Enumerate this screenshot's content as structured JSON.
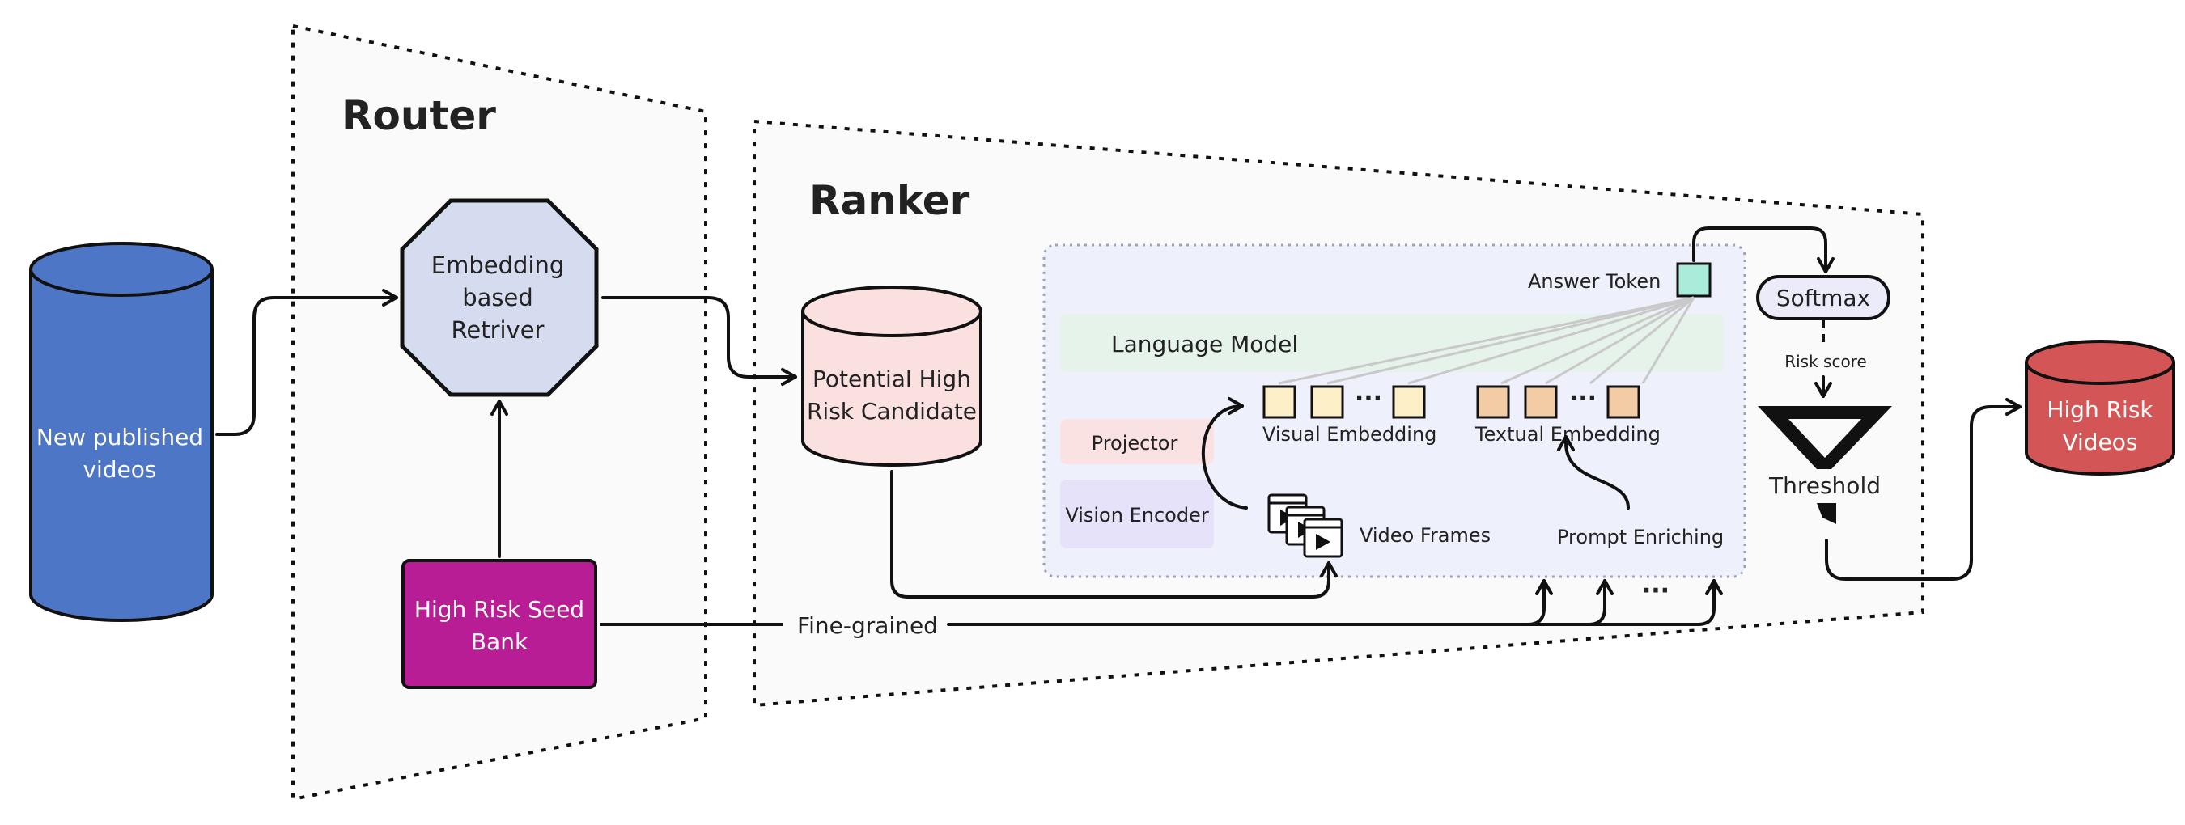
{
  "router": {
    "title": "Router",
    "retriever_line1": "Embedding",
    "retriever_line2": "based",
    "retriever_line3": "Retriver",
    "seed_bank_line1": "High Risk Seed",
    "seed_bank_line2": "Bank"
  },
  "input": {
    "line1": "New published",
    "line2": "videos"
  },
  "ranker": {
    "title": "Ranker",
    "candidate_line1": "Potential High",
    "candidate_line2": "Risk Candidate",
    "language_model": "Language Model",
    "answer_token": "Answer Token",
    "projector": "Projector",
    "vision_encoder": "Vision Encoder",
    "visual_embedding": "Visual Embedding",
    "textual_embedding": "Textual Embedding",
    "video_frames": "Video Frames",
    "prompt_enriching": "Prompt Enriching",
    "ellipsis": "···"
  },
  "flow": {
    "fine_grained": "Fine-grained"
  },
  "post": {
    "softmax": "Softmax",
    "risk_score": "Risk score",
    "threshold": "Threshold"
  },
  "output": {
    "line1": "High Risk",
    "line2": "Videos"
  },
  "colors": {
    "input_db": "#4e76c6",
    "retriever": "#d6dcf0",
    "seed_bank": "#b81d96",
    "candidate_db": "#fbe0e0",
    "output_db": "#d45555",
    "language_model_bar": "#e6f3ea",
    "projector_box": "#fbe2e2",
    "vision_encoder_box": "#e6e2fa",
    "visual_token": "#fdf0c9",
    "textual_token": "#f3cca5",
    "answer_token": "#a8ecd9",
    "softmax_pill": "#ecebfa"
  }
}
